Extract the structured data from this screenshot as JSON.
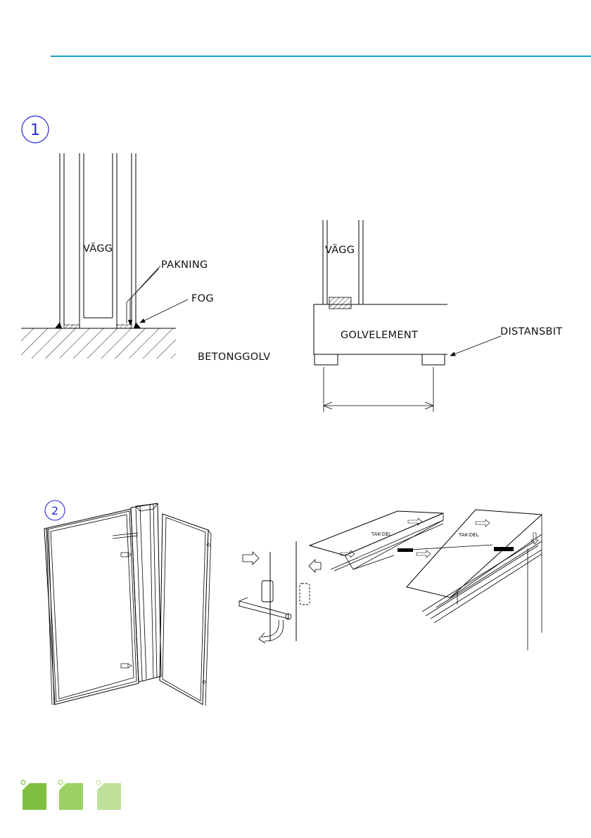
{
  "header": {
    "rule_color": "#1aa3c8"
  },
  "step1": {
    "number": "1",
    "left_detail": {
      "wall_label": "VÄGG",
      "gasket_label": "PAKNING",
      "joint_label": "FOG",
      "floor_label": "BETONGGOLV"
    },
    "right_detail": {
      "wall_label": "VÄGG",
      "floor_element_label": "GOLVELEMENT",
      "spacer_label": "DISTANSBIT"
    }
  },
  "step2": {
    "number": "2",
    "roof_label_left": "TAK-DEL",
    "roof_label_right": "TAK-DEL"
  },
  "footer": {
    "logo_colors": [
      "#7fbf3f",
      "#9cd264",
      "#bfe09a"
    ]
  },
  "colors": {
    "step_circle": "#2a2ad6",
    "line": "#000000"
  }
}
